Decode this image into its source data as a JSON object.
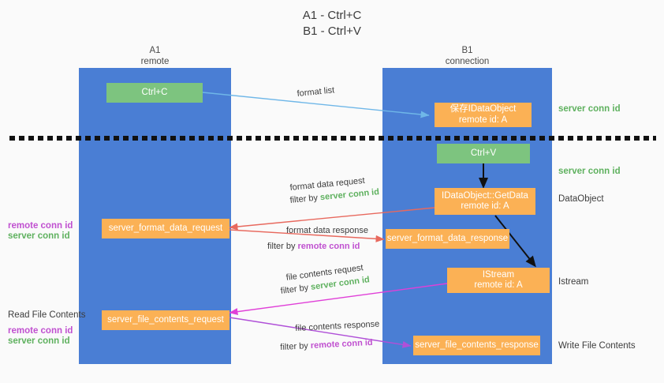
{
  "title": {
    "line1": "A1 - Ctrl+C",
    "line2": "B1 - Ctrl+V"
  },
  "columns": [
    {
      "id": "a1",
      "name": "A1",
      "sub": "remote"
    },
    {
      "id": "b1",
      "name": "B1",
      "sub": "connection"
    }
  ],
  "boxes": {
    "ctrl_c": "Ctrl+C",
    "ctrl_v": "Ctrl+V",
    "save_idataobject_l1": "保存IDataObject",
    "save_idataobject_l2": "remote id: A",
    "getdata_l1": "IDataObject::GetData",
    "getdata_l2": "remote id: A",
    "istream_l1": "IStream",
    "istream_l2": "remote id: A",
    "server_format_data_request": "server_format_data_request",
    "server_format_data_response": "server_format_data_response",
    "server_file_contents_request": "server_file_contents_request",
    "server_file_contents_response": "server_file_contents_response"
  },
  "right_labels": {
    "server_conn_id_top": "server conn id",
    "server_conn_id_mid": "server conn id",
    "dataobject": "DataObject",
    "istream": "Istream",
    "write_file_contents": "Write File Contents"
  },
  "left_labels": {
    "remote_conn_id_1": "remote conn id",
    "server_conn_id_1": "server conn id",
    "read_file_contents": "Read File Contents",
    "remote_conn_id_2": "remote conn id",
    "server_conn_id_2": "server conn id"
  },
  "edges": {
    "format_list": "format list",
    "format_data_request": "format data request",
    "format_data_request_filter_prefix": "filter by",
    "format_data_request_filter_value": "server conn id",
    "format_data_response": "format data response",
    "format_data_response_filter_prefix": "filter by",
    "format_data_response_filter_value": "remote conn id",
    "file_contents_request": "file contents request",
    "file_contents_request_filter_prefix": "filter by",
    "file_contents_request_filter_value": "server conn id",
    "file_contents_response": "file contents response",
    "file_contents_response_filter_prefix": "filter by",
    "file_contents_response_filter_value": "remote conn id"
  },
  "colors": {
    "column_blue": "#4a7ed4",
    "box_green": "#7dc47f",
    "box_orange": "#fbb155",
    "arrow_lightblue": "#6fb7e8",
    "arrow_red": "#e8695e",
    "arrow_magenta": "#e040d8",
    "arrow_purple": "#b050d8",
    "arrow_black": "#111111",
    "text_green": "#5fb15f",
    "text_purple": "#c050d0"
  }
}
